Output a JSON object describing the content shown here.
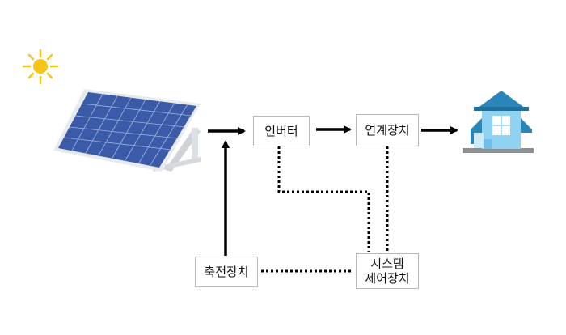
{
  "nodes": {
    "inverter": "인버터",
    "grid_connection": "연계장치",
    "battery": "축전장치",
    "system_control_line1": "시스템",
    "system_control_line2": "제어장치"
  },
  "icons": [
    "sun-icon",
    "solar-panel-icon",
    "house-icon"
  ],
  "colors": {
    "sun": "#f5c518",
    "panel_cell": "#3b5ba9",
    "panel_frame": "#e3e6ea",
    "house_wall": "#8fd2f2",
    "house_roof": "#2a86b8",
    "arrow": "#000000"
  }
}
